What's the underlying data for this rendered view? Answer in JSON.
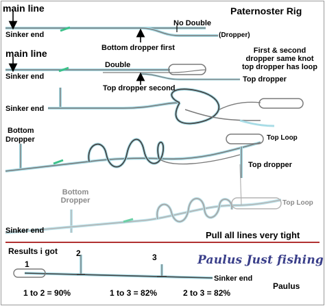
{
  "title": "Paternoster Rig",
  "row1": {
    "main_line": "main line",
    "sinker_end": "Sinker end",
    "no_double": "No Double",
    "dropper": "(Dropper)",
    "bottom_dropper_first": "Bottom dropper first"
  },
  "row2": {
    "main_line": "main line",
    "sinker_end": "Sinker end",
    "double": "Double",
    "note": [
      "First & second",
      "dropper same knot",
      "top dropper has loop"
    ],
    "top_dropper": "Top dropper",
    "top_dropper_second": "Top dropper second"
  },
  "row3": {
    "sinker_end": "Sinker end"
  },
  "row4": {
    "bottom_dropper": [
      "Bottom",
      "Dropper"
    ],
    "top_loop": "Top Loop",
    "top_dropper": "Top dropper"
  },
  "row5": {
    "bottom_dropper": [
      "Bottom",
      "Dropper"
    ],
    "top_loop": "Top Loop",
    "sinker_end": "Sinker end"
  },
  "instruction": "Pull all lines very tight",
  "results": {
    "heading": "Results i got",
    "labels": [
      "1",
      "2",
      "3"
    ],
    "sinker_end": "Sinker end",
    "ratios": [
      "1 to 2 = 90%",
      "1 to 3 = 82%",
      "2 to 3 = 82%"
    ],
    "author": "Paulus"
  },
  "watermark": "Paulus Just fishing",
  "colors": {
    "line": "#7a7a7a",
    "line_highlight": "#a8dce6",
    "tag": "#3cc28a",
    "divider": "#b03030",
    "brand": "#3a3f8a"
  }
}
